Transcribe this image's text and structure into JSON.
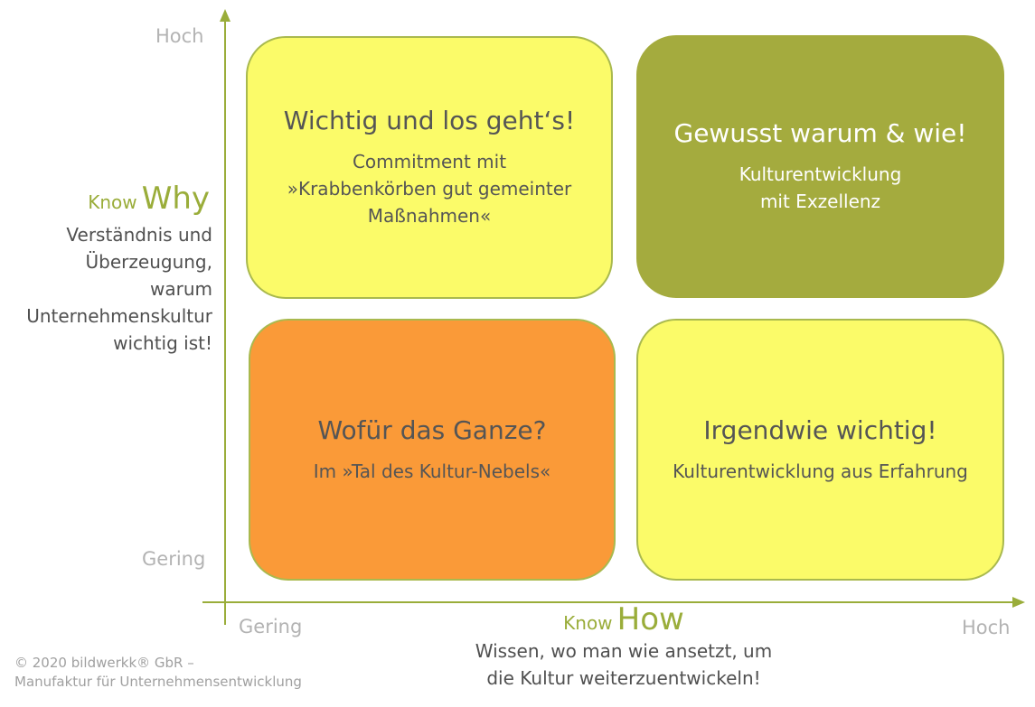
{
  "colors": {
    "axis": "#9aad3a",
    "yellow": "#fbfb69",
    "olive": "#a4ab3e",
    "orange": "#fa9a38"
  },
  "y_axis": {
    "high": "Hoch",
    "low": "Gering",
    "know": "Know",
    "word": "Why",
    "description": "Verständnis und\nÜberzeugung,\nwarum\nUnternehmenskultur\nwichtig ist!"
  },
  "x_axis": {
    "low": "Gering",
    "high": "Hoch",
    "know": "Know",
    "word": "How",
    "description": "Wissen, wo man wie ansetzt, um\ndie Kultur weiterzuentwickeln!"
  },
  "quadrants": {
    "top_left": {
      "title": "Wichtig und los geht‘s!",
      "subtitle": "Commitment mit\n»Krabbenkörben gut gemeinter\nMaßnahmen«"
    },
    "top_right": {
      "title": "Gewusst warum & wie!",
      "subtitle": "Kulturentwicklung\nmit Exzellenz"
    },
    "bottom_left": {
      "title": "Wofür das Ganze?",
      "subtitle": "Im »Tal des Kultur-Nebels«"
    },
    "bottom_right": {
      "title": "Irgendwie wichtig!",
      "subtitle": "Kulturentwicklung aus Erfahrung"
    }
  },
  "copyright": "© 2020 bildwerkk® GbR –\nManufaktur für Unternehmensentwicklung"
}
